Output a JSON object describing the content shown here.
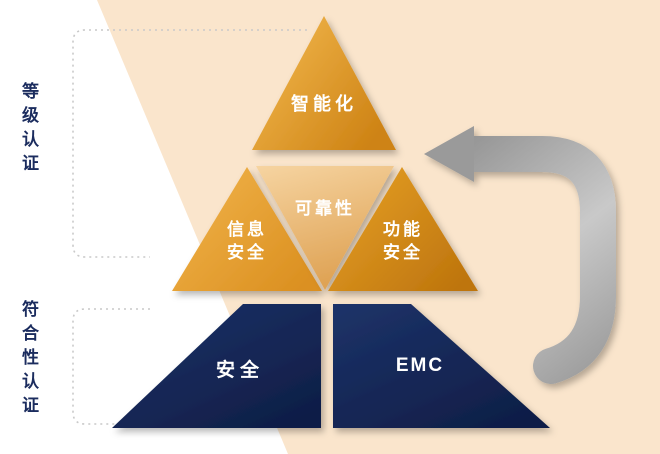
{
  "pyramid": {
    "top_triangle": "智能化",
    "middle_left_triangle": "信息\n安全",
    "middle_center_triangle": "可靠性",
    "middle_right_triangle": "功能\n安全",
    "bottom_left_block": "安全",
    "bottom_right_block": "EMC"
  },
  "annotations": {
    "level_certification": "等级认证",
    "conformity_certification": "符合性认证"
  },
  "colors": {
    "background_peach": "#FAE5CC",
    "gold_light": "#F2B94E",
    "gold": "#E09A25",
    "gold_dark": "#C47A10",
    "tan": "#EEC488",
    "navy": "#152A5E",
    "label_navy": "#1B2C5E",
    "arrow_gray": "#9A9A9A",
    "dotted_gray": "#C9C9C9"
  }
}
